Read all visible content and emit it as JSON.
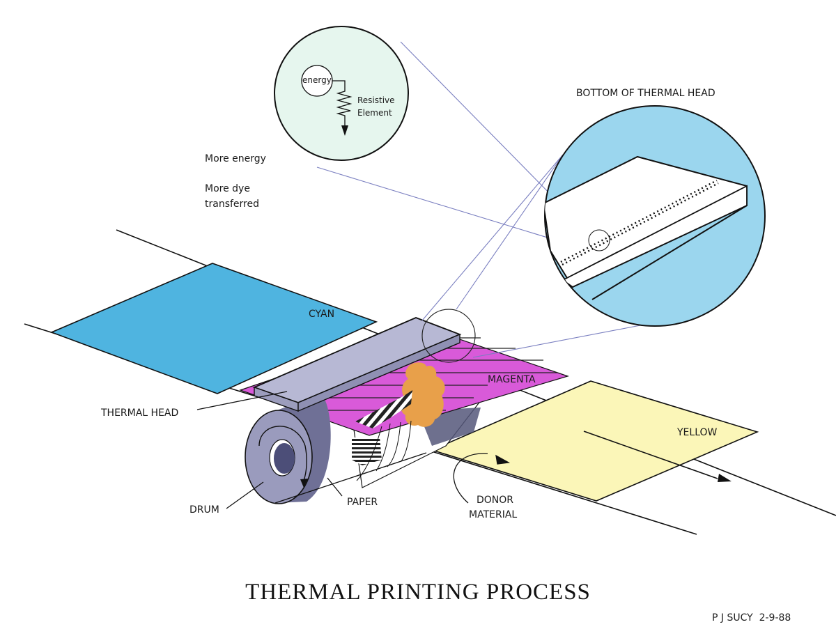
{
  "title": "THERMAL PRINTING PROCESS",
  "credit": "P J SUCY  2-9-88",
  "inset_circuit": {
    "energy_label": "energy",
    "element_label_line1": "Resistive",
    "element_label_line2": "Element"
  },
  "inset_head": {
    "label": "BOTTOM OF THERMAL HEAD"
  },
  "notes": {
    "line1": "More energy",
    "line2": "More dye",
    "line3": "transferred"
  },
  "panels": {
    "cyan": "CYAN",
    "magenta": "MAGENTA",
    "yellow": "YELLOW"
  },
  "parts": {
    "thermal_head": "THERMAL HEAD",
    "drum": "DRUM",
    "paper": "PAPER",
    "donor_line1": "DONOR",
    "donor_line2": "MATERIAL"
  },
  "colors": {
    "cyan": "#4fb4e0",
    "magenta": "#d95ad9",
    "yellow": "#fbf6b8",
    "head": "#b7b8d4",
    "drum": "#8f8fb0",
    "ink_blob": "#e8a04a",
    "inset_green": "#e6f6ee",
    "inset_blue": "#9bd6ee",
    "callout_line": "#7a7fc0"
  }
}
